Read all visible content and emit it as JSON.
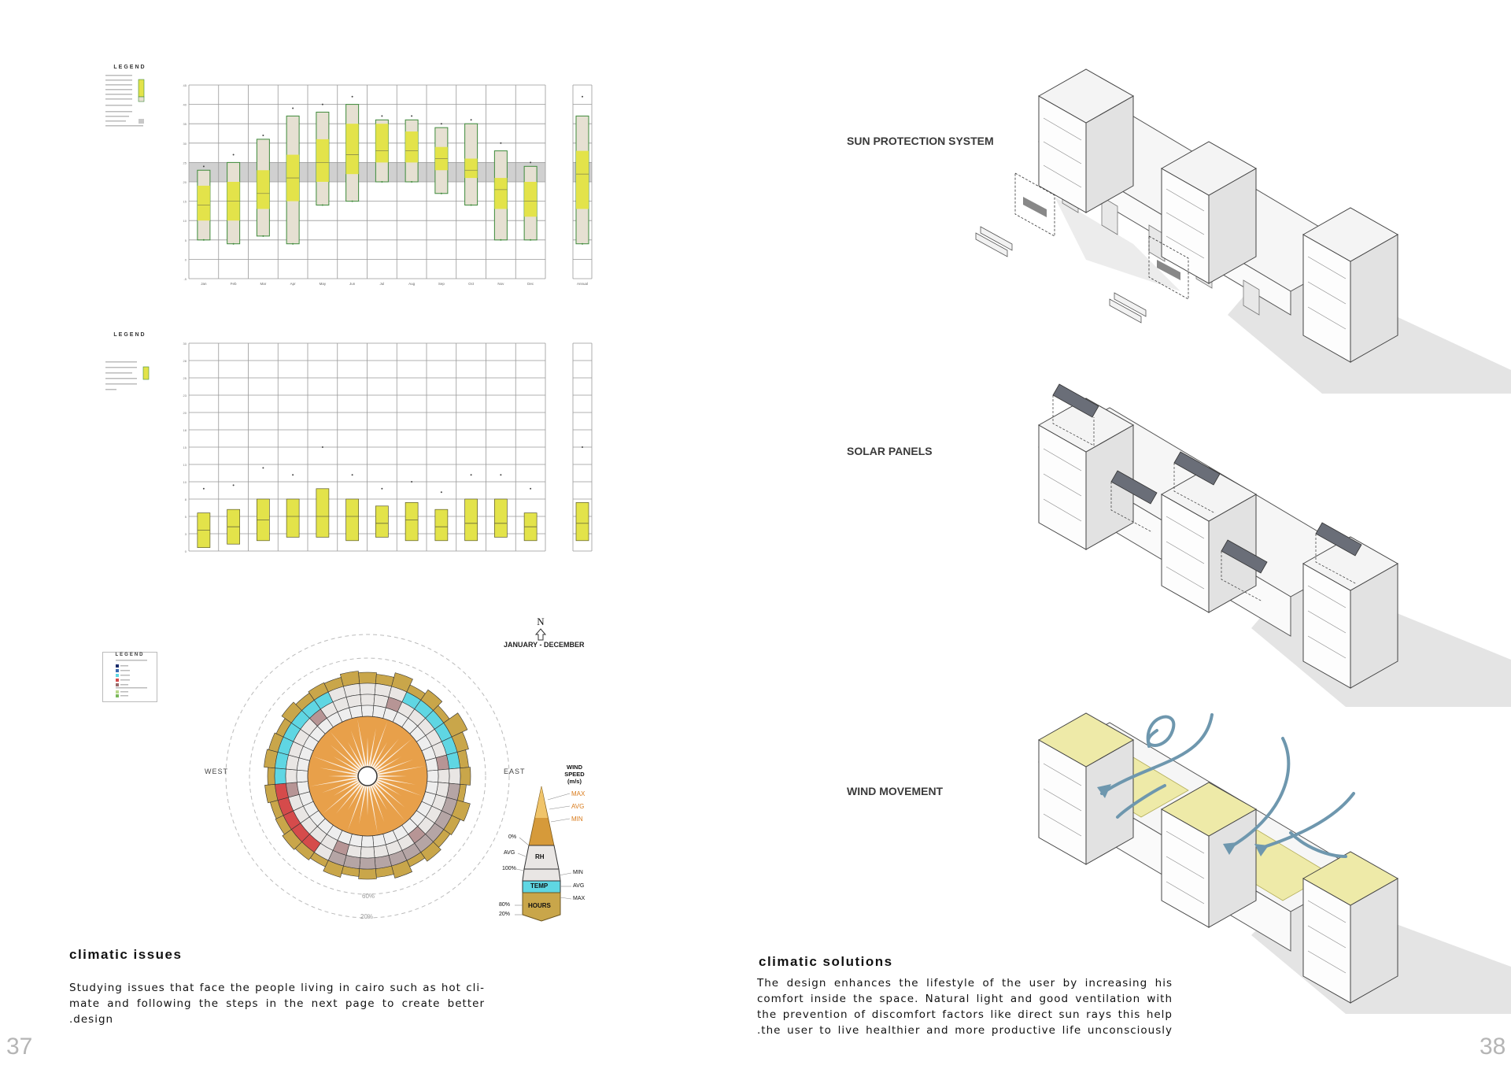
{
  "left_page": {
    "page_number": "37",
    "heading": "climatic issues",
    "body": "Studying issues that face the people living in cairo such as hot climate and following the steps in the next page to create better .design",
    "body_lines": [
      "Studying issues that face the people living in cairo such as hot cli-",
      "mate and following the steps in the next page to create better",
      ".design"
    ],
    "legend_1_title": "LEGEND",
    "legend_2_title": "LEGEND",
    "legend_3_title": "LEGEND",
    "months": [
      "Jan",
      "Feb",
      "Mar",
      "Apr",
      "May",
      "Jun",
      "Jul",
      "Aug",
      "Sep",
      "Oct",
      "Nov",
      "Dec"
    ],
    "annual_label": "Annual",
    "wind_rose": {
      "north": "N",
      "period": "JANUARY - DECEMBER",
      "west": "WEST",
      "east": "EAST",
      "ring_60": "60%",
      "ring_20": "20%",
      "key_title_1": "WIND",
      "key_title_2": "SPEED",
      "key_title_3": "(m/s)",
      "key_max": "MAX",
      "key_avg": "AVG",
      "key_min": "MIN",
      "key_rh": "RH",
      "key_temp": "TEMP",
      "key_hours": "HOURS",
      "key_0": "0%",
      "key_avg2": "AVG",
      "key_100": "100%",
      "key_min2": "MIN",
      "key_avg3": "AVG",
      "key_max2": "MAX",
      "key_80": "80%",
      "key_20": "20%"
    }
  },
  "right_page": {
    "page_number": "38",
    "heading": "climatic solutions",
    "body_lines": [
      "The design enhances the lifestyle of the user by increasing his",
      "comfort inside the space. Natural light and good ventilation with",
      "the prevention of discomfort factors like direct sun rays this help",
      ".the user to live healthier and more productive life unconsciously"
    ],
    "labels": [
      "SUN PROTECTION SYSTEM",
      "SOLAR PANELS",
      "WIND MOVEMENT"
    ]
  },
  "colors": {
    "yellow": "#e3e34a",
    "beige": "#e6e0d2",
    "green_border": "#3e8a3a",
    "comfort_gray": "#c8c8c8",
    "wood_yellow": "#eeeaa8",
    "wind_blue": "#6e97ae",
    "page_number_gray": "#b5b5b5"
  },
  "chart_data": [
    {
      "type": "bar",
      "title": "",
      "categories": [
        "Jan",
        "Feb",
        "Mar",
        "Apr",
        "May",
        "Jun",
        "Jul",
        "Aug",
        "Sep",
        "Oct",
        "Nov",
        "Dec",
        "Annual"
      ],
      "ylim": [
        -5,
        45
      ],
      "series": [
        {
          "name": "range_low",
          "values": [
            5,
            4,
            6,
            4,
            14,
            15,
            20,
            20,
            17,
            14,
            5,
            5,
            4
          ]
        },
        {
          "name": "range_high",
          "values": [
            23,
            25,
            31,
            37,
            38,
            40,
            36,
            36,
            34,
            35,
            28,
            24,
            37
          ]
        },
        {
          "name": "avg_low",
          "values": [
            10,
            10,
            13,
            15,
            20,
            22,
            25,
            25,
            23,
            21,
            13,
            11,
            13
          ]
        },
        {
          "name": "avg_high",
          "values": [
            19,
            20,
            23,
            27,
            31,
            35,
            35,
            33,
            29,
            26,
            21,
            20,
            28
          ]
        },
        {
          "name": "mean",
          "values": [
            14,
            15,
            17,
            21,
            25,
            27,
            28,
            28,
            26,
            23,
            18,
            15,
            22
          ]
        },
        {
          "name": "record_high_marker",
          "values": [
            24,
            27,
            32,
            39,
            40,
            42,
            37,
            37,
            35,
            36,
            30,
            25,
            42
          ]
        }
      ],
      "comfort_band": [
        20,
        25
      ],
      "grid": true
    },
    {
      "type": "bar",
      "title": "",
      "categories": [
        "Jan",
        "Feb",
        "Mar",
        "Apr",
        "May",
        "Jun",
        "Jul",
        "Aug",
        "Sep",
        "Oct",
        "Nov",
        "Dec",
        "Annual"
      ],
      "ylim": [
        0,
        30
      ],
      "series": [
        {
          "name": "low",
          "values": [
            0.5,
            1,
            1.5,
            2,
            2,
            1.5,
            2,
            1.5,
            1.5,
            1.5,
            2,
            1.5,
            1.5
          ]
        },
        {
          "name": "high",
          "values": [
            5.5,
            6,
            7.5,
            7.5,
            9,
            7.5,
            6.5,
            7,
            6,
            7.5,
            7.5,
            5.5,
            7
          ]
        },
        {
          "name": "mean",
          "values": [
            3,
            3.5,
            4.5,
            5,
            5,
            5,
            4,
            4.5,
            3.5,
            4,
            4,
            3.5,
            4
          ]
        },
        {
          "name": "record_marker",
          "values": [
            9,
            9.5,
            12,
            11,
            15,
            11,
            9,
            10,
            8.5,
            11,
            11,
            9,
            15
          ]
        }
      ],
      "grid": true
    }
  ]
}
